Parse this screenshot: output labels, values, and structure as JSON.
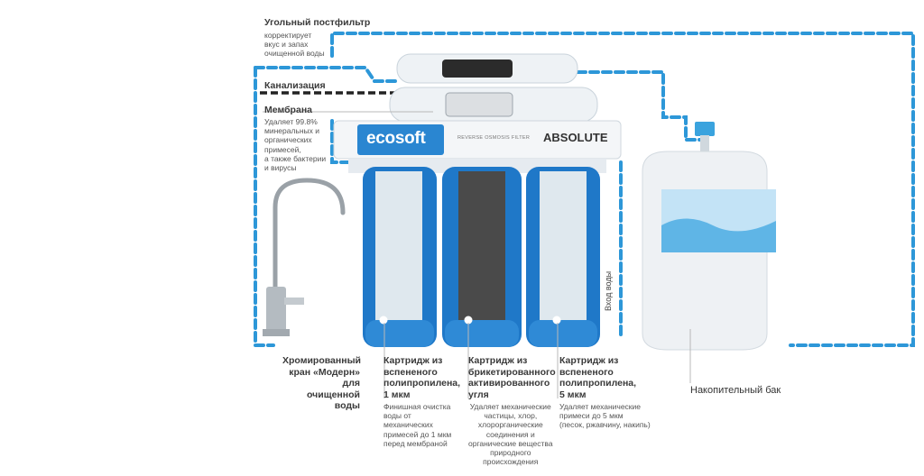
{
  "colors": {
    "flow": "#2d97d8",
    "drain": "#222222",
    "cartridge": "#1f78c8",
    "housing": "#dfe9f2",
    "plate": "#2a86d1"
  },
  "brand": {
    "logo_text": "ecosoft",
    "plate_text": "REVERSE OSMOSIS FILTER",
    "model": "ABSOLUTE"
  },
  "labels": {
    "postfilter_title": "Угольный постфильтр",
    "postfilter_desc": [
      "корректирует",
      "вкус и запах",
      "очищенной воды"
    ],
    "drain_title": "Канализация",
    "membrane_title": "Мембрана",
    "membrane_desc": [
      "Удаляет 99.8%",
      "минеральных и",
      "органических",
      "примесей,",
      "а также бактерии",
      "и вирусы"
    ],
    "faucet_title": [
      "Хромированный",
      "кран «Модерн» для",
      "очищенной воды"
    ],
    "cart1_title": [
      "Картридж из",
      "вспененого",
      "полипропилена,",
      "1 мкм"
    ],
    "cart1_desc": [
      "Финишная очистка",
      "воды от",
      "механических",
      "примесей до 1 мкм",
      "перед мембраной"
    ],
    "cart2_title": [
      "Картридж из",
      "брикетированного",
      "активированного",
      "угля"
    ],
    "cart2_desc": [
      "Удаляет механические",
      "частицы, хлор,",
      "хлорорганические",
      "соединения и",
      "органические вещества",
      "природного",
      "происхождения"
    ],
    "cart3_title": [
      "Картридж из",
      "вспененого",
      "полипропилена,",
      "5 мкм"
    ],
    "cart3_desc": [
      "Удаляет механические",
      "примеси до 5 мкм",
      "(песок, ржавчину, накипь)"
    ],
    "inlet": "Вход воды",
    "tank": "Накопительный бак"
  }
}
